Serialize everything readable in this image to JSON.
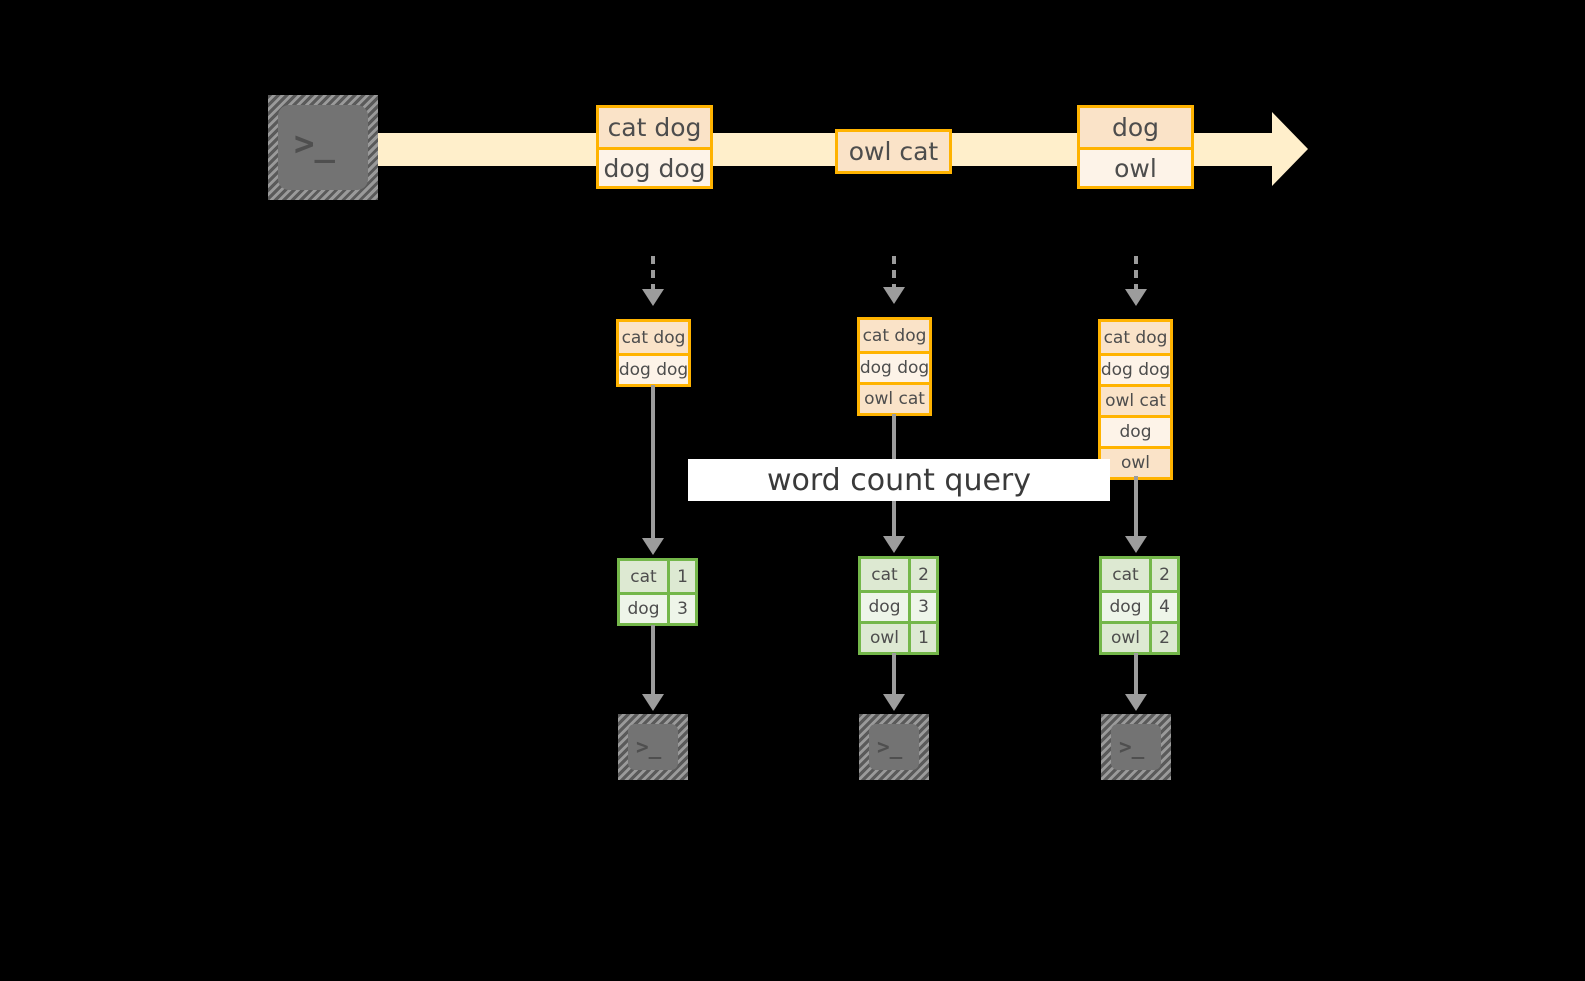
{
  "diagram": {
    "title_label": "word count query",
    "colors": {
      "background": "#000000",
      "stream_band": "#ffefcb",
      "record_border": "#ffb300",
      "record_row_peach": "#fae3c8",
      "record_row_light": "#fdf3e8",
      "result_border": "#74b74a",
      "result_row_tint": "#dde9d2",
      "result_row_plain": "#eef5e9",
      "arrow": "#9c9c9c",
      "terminal_fill": "#737373",
      "banner": "#ffffff"
    },
    "source": {
      "icon_name": "terminal-icon",
      "prompt_glyph": ">_"
    },
    "stream": {
      "messages": [
        {
          "rows": [
            "cat dog",
            "dog dog"
          ]
        },
        {
          "rows": [
            "owl cat"
          ]
        },
        {
          "rows": [
            "dog",
            "owl"
          ]
        }
      ]
    },
    "snapshots": [
      {
        "accumulated": [
          "cat dog",
          "dog dog"
        ],
        "results": {
          "rows": [
            {
              "word": "cat",
              "count": "1"
            },
            {
              "word": "dog",
              "count": "3"
            }
          ]
        },
        "sink": {
          "icon_name": "terminal-icon",
          "prompt_glyph": ">_"
        }
      },
      {
        "accumulated": [
          "cat dog",
          "dog dog",
          "owl cat"
        ],
        "results": {
          "rows": [
            {
              "word": "cat",
              "count": "2"
            },
            {
              "word": "dog",
              "count": "3"
            },
            {
              "word": "owl",
              "count": "1"
            }
          ]
        },
        "sink": {
          "icon_name": "terminal-icon",
          "prompt_glyph": ">_"
        }
      },
      {
        "accumulated": [
          "cat dog",
          "dog dog",
          "owl cat",
          "dog",
          "owl"
        ],
        "results": {
          "rows": [
            {
              "word": "cat",
              "count": "2"
            },
            {
              "word": "dog",
              "count": "4"
            },
            {
              "word": "owl",
              "count": "2"
            }
          ]
        },
        "sink": {
          "icon_name": "terminal-icon",
          "prompt_glyph": ">_"
        }
      }
    ]
  }
}
